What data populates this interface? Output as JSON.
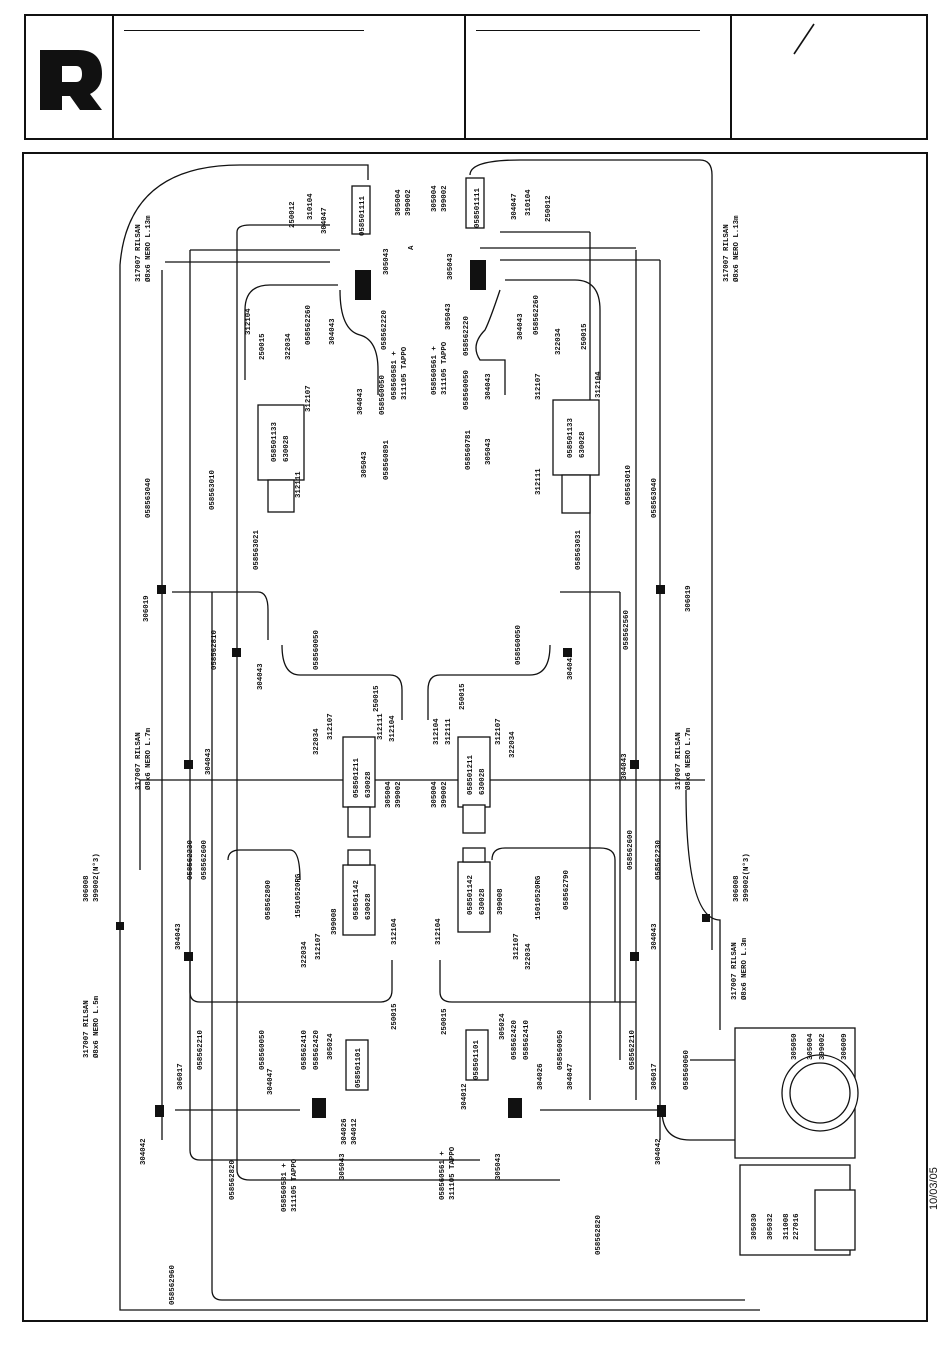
{
  "title_block": {
    "logo": "R",
    "sheet_mark": "/"
  },
  "date": "10/03/05",
  "labels": {
    "rilsan_13m": "317007 RILSAN",
    "rilsan_13m_spec": "Ø8x6 NERO L.13m",
    "rilsan_7m": "317007 RILSAN",
    "rilsan_7m_spec": "Ø8x6 NERO L.7m",
    "rilsan_5m": "317007 RILSAN",
    "rilsan_5m_spec": "Ø8x6 NERO L.5m",
    "rilsan_3m": "317007 RILSAN",
    "rilsan_3m_spec": "Ø8x6 NERO L.3m",
    "tee_306008": "306008",
    "tee_399002_n3": "399002(N°3)",
    "tappo": "311105 TAPPO",
    "fit_058560581": "058560581 +",
    "tappo_b": "311105 TAPPO",
    "fit_058560561": "058560561 +",
    "mark_a": "A",
    "cyl_058501133": "058501133",
    "cyl_630028": "630028",
    "cyl_058501211": "058501211",
    "cyl_058501142": "058501142",
    "valve_058501101": "058501101",
    "valve_058501111": "058501111",
    "pipe_058563040": "058563040",
    "pipe_058563010": "058563010",
    "pipe_058563021": "058563021",
    "pipe_058563031": "058563031",
    "pipe_058562810": "058562810",
    "pipe_058562560": "058562560",
    "pipe_058560050": "058560050",
    "pipe_058562600": "058562600",
    "pipe_058562230": "058562230",
    "pipe_058562800": "058562800",
    "pipe_058562790": "058562790",
    "pipe_058562210": "058562210",
    "pipe_058562820": "058562820",
    "pipe_058562960": "058562960",
    "pipe_058562410": "058562410",
    "pipe_058562420": "058562420",
    "pipe_058560060": "058560060",
    "pipe_058560891": "058560891",
    "pipe_058560781": "058560781",
    "pipe_058562220": "058562220",
    "pipe_058562260": "058562260",
    "p306019": "306019",
    "p304043": "304043",
    "p304042": "304042",
    "p306017": "306017",
    "p304047": "304047",
    "p305043": "305043",
    "p305024": "305024",
    "p304026": "304026",
    "p304012": "304012",
    "p250015": "250015",
    "p322034": "322034",
    "p312107": "312107",
    "p312104": "312104",
    "p312111": "312111",
    "p305004": "305004",
    "p399002": "399002",
    "p399008": "399008",
    "p15010520RG": "15010520RG",
    "p250012": "250012",
    "p310104": "310104",
    "p305050": "305050",
    "p306009": "306009",
    "p305030": "305030",
    "p305032": "305032",
    "p311008": "311008",
    "p227016": "227016"
  }
}
